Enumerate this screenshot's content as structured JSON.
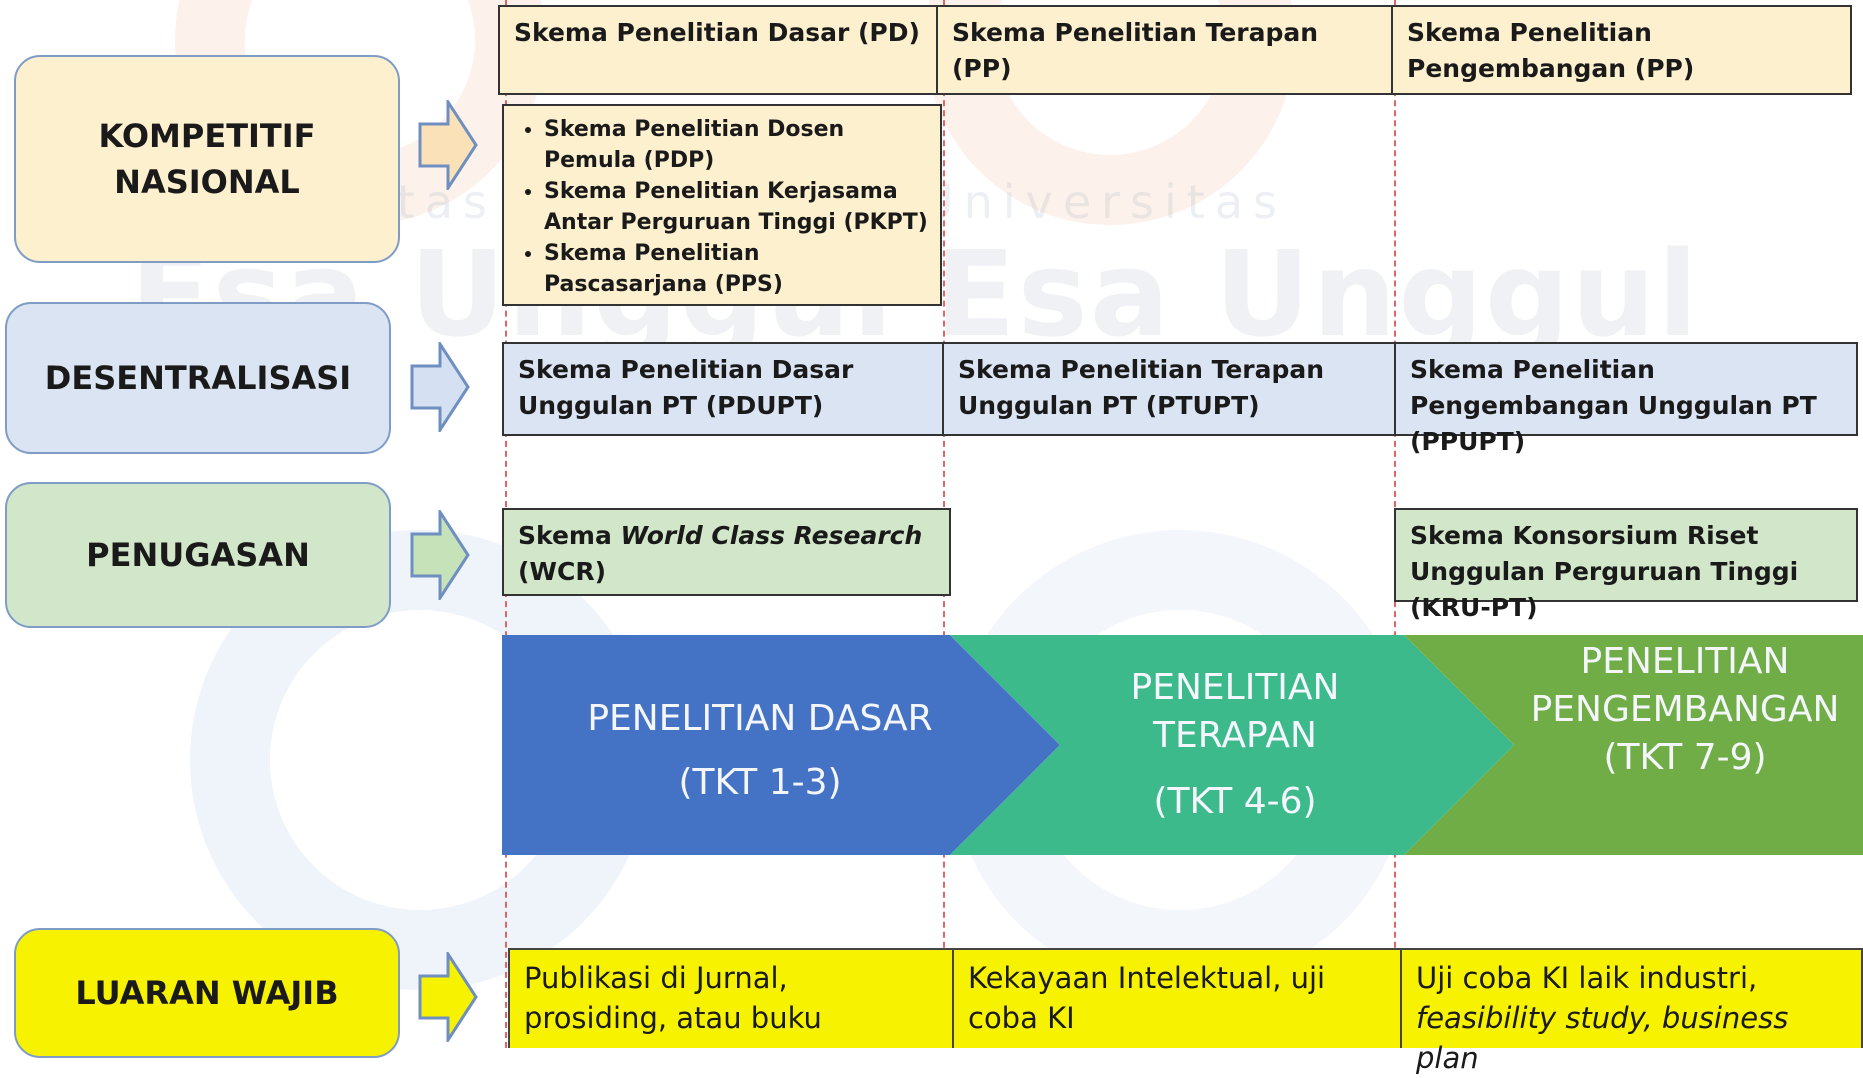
{
  "watermark": {
    "small": "Universitas",
    "big": "Esa Unggul"
  },
  "colors": {
    "kompetitif": "#fdf0cf",
    "desentralisasi": "#dbe4f2",
    "penugasan": "#d2e7c9",
    "luaran": "#f7f300",
    "stage_dasar": "#4472c4",
    "stage_terapan": "#3dba8c",
    "stage_pengembangan": "#70ad47"
  },
  "header": {
    "col1": "Skema Penelitian Dasar (PD)",
    "col2": "Skema Penelitian Terapan (PP)",
    "col3": "Skema Penelitian Pengembangan (PP)"
  },
  "rows": {
    "kompetitif": {
      "label_line1": "KOMPETITIF",
      "label_line2": "NASIONAL",
      "items": [
        "Skema Penelitian Dosen Pemula (PDP)",
        "Skema Penelitian Kerjasama Antar Perguruan Tinggi (PKPT)",
        "Skema Penelitian Pascasarjana (PPS)"
      ]
    },
    "desentralisasi": {
      "label": "DESENTRALISASI",
      "col1": "Skema Penelitian Dasar Unggulan PT (PDUPT)",
      "col2": "Skema Penelitian Terapan Unggulan PT (PTUPT)",
      "col3": "Skema Penelitian Pengembangan Unggulan PT (PPUPT)"
    },
    "penugasan": {
      "label": "PENUGASAN",
      "col1_prefix": "Skema ",
      "col1_italic": "World Class Research",
      "col1_suffix": "(WCR)",
      "col3": "Skema Konsorsium Riset Unggulan Perguruan Tinggi (KRU-PT)"
    },
    "luaran": {
      "label": "LUARAN WAJIB",
      "col1": "Publikasi di Jurnal, prosiding, atau buku",
      "col2": "Kekayaan Intelektual, uji coba KI",
      "col3_line1": "Uji coba KI laik industri,",
      "col3_italic": "feasibility study, business plan"
    }
  },
  "stages": {
    "dasar": {
      "line1": "PENELITIAN DASAR",
      "line2": "(TKT 1-3)"
    },
    "terapan": {
      "line1": "PENELITIAN",
      "line2": "TERAPAN",
      "line3": "(TKT 4-6)"
    },
    "pengembangan": {
      "line1": "PENELITIAN",
      "line2": "PENGEMBANGAN",
      "line3": "(TKT 7-9)"
    }
  }
}
